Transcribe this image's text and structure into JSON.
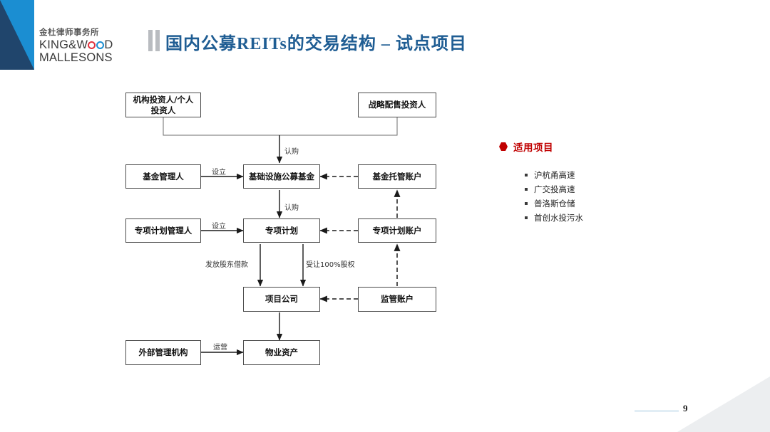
{
  "brand": {
    "logo_cn": "金杜律师事务所",
    "logo_en_line1_a": "KING&W",
    "logo_en_line1_b": "D",
    "logo_en_line2": "MALLESONS",
    "accent_blue": "#1b8ed2",
    "accent_navy": "#20456c"
  },
  "header": {
    "title": "国内公募REITs的交易结构 – 试点项目",
    "title_color": "#1f5d93"
  },
  "diagram": {
    "nodes": [
      {
        "id": "institutional-investors",
        "label": "机构投资人/个人\n投资人"
      },
      {
        "id": "strategic-investors",
        "label": "战略配售投资人"
      },
      {
        "id": "fund-manager",
        "label": "基金管理人"
      },
      {
        "id": "infrastructure-public-fund",
        "label": "基础设施公募基金"
      },
      {
        "id": "fund-custody-account",
        "label": "基金托管账户"
      },
      {
        "id": "special-plan-manager",
        "label": "专项计划管理人"
      },
      {
        "id": "special-plan",
        "label": "专项计划"
      },
      {
        "id": "special-plan-account",
        "label": "专项计划账户"
      },
      {
        "id": "project-company",
        "label": "项目公司"
      },
      {
        "id": "supervision-account",
        "label": "监管账户"
      },
      {
        "id": "external-manager",
        "label": "外部管理机构"
      },
      {
        "id": "property-asset",
        "label": "物业资产"
      }
    ],
    "edge_labels": [
      {
        "id": "subscribe-fund",
        "text": "认购"
      },
      {
        "id": "establish-fund",
        "text": "设立"
      },
      {
        "id": "subscribe-plan",
        "text": "认购"
      },
      {
        "id": "establish-plan",
        "text": "设立"
      },
      {
        "id": "shareholder-loan",
        "text": "发放股东借款"
      },
      {
        "id": "acquire-equity",
        "text": "受让100%股权"
      },
      {
        "id": "operation",
        "text": "运营"
      }
    ]
  },
  "panel": {
    "title": "适用项目",
    "bullet_color": "#c00000",
    "items": [
      "沪杭甬高速",
      "广交投高速",
      "普洛斯仓储",
      "首创水投污水"
    ]
  },
  "footer": {
    "page_number": "9"
  }
}
